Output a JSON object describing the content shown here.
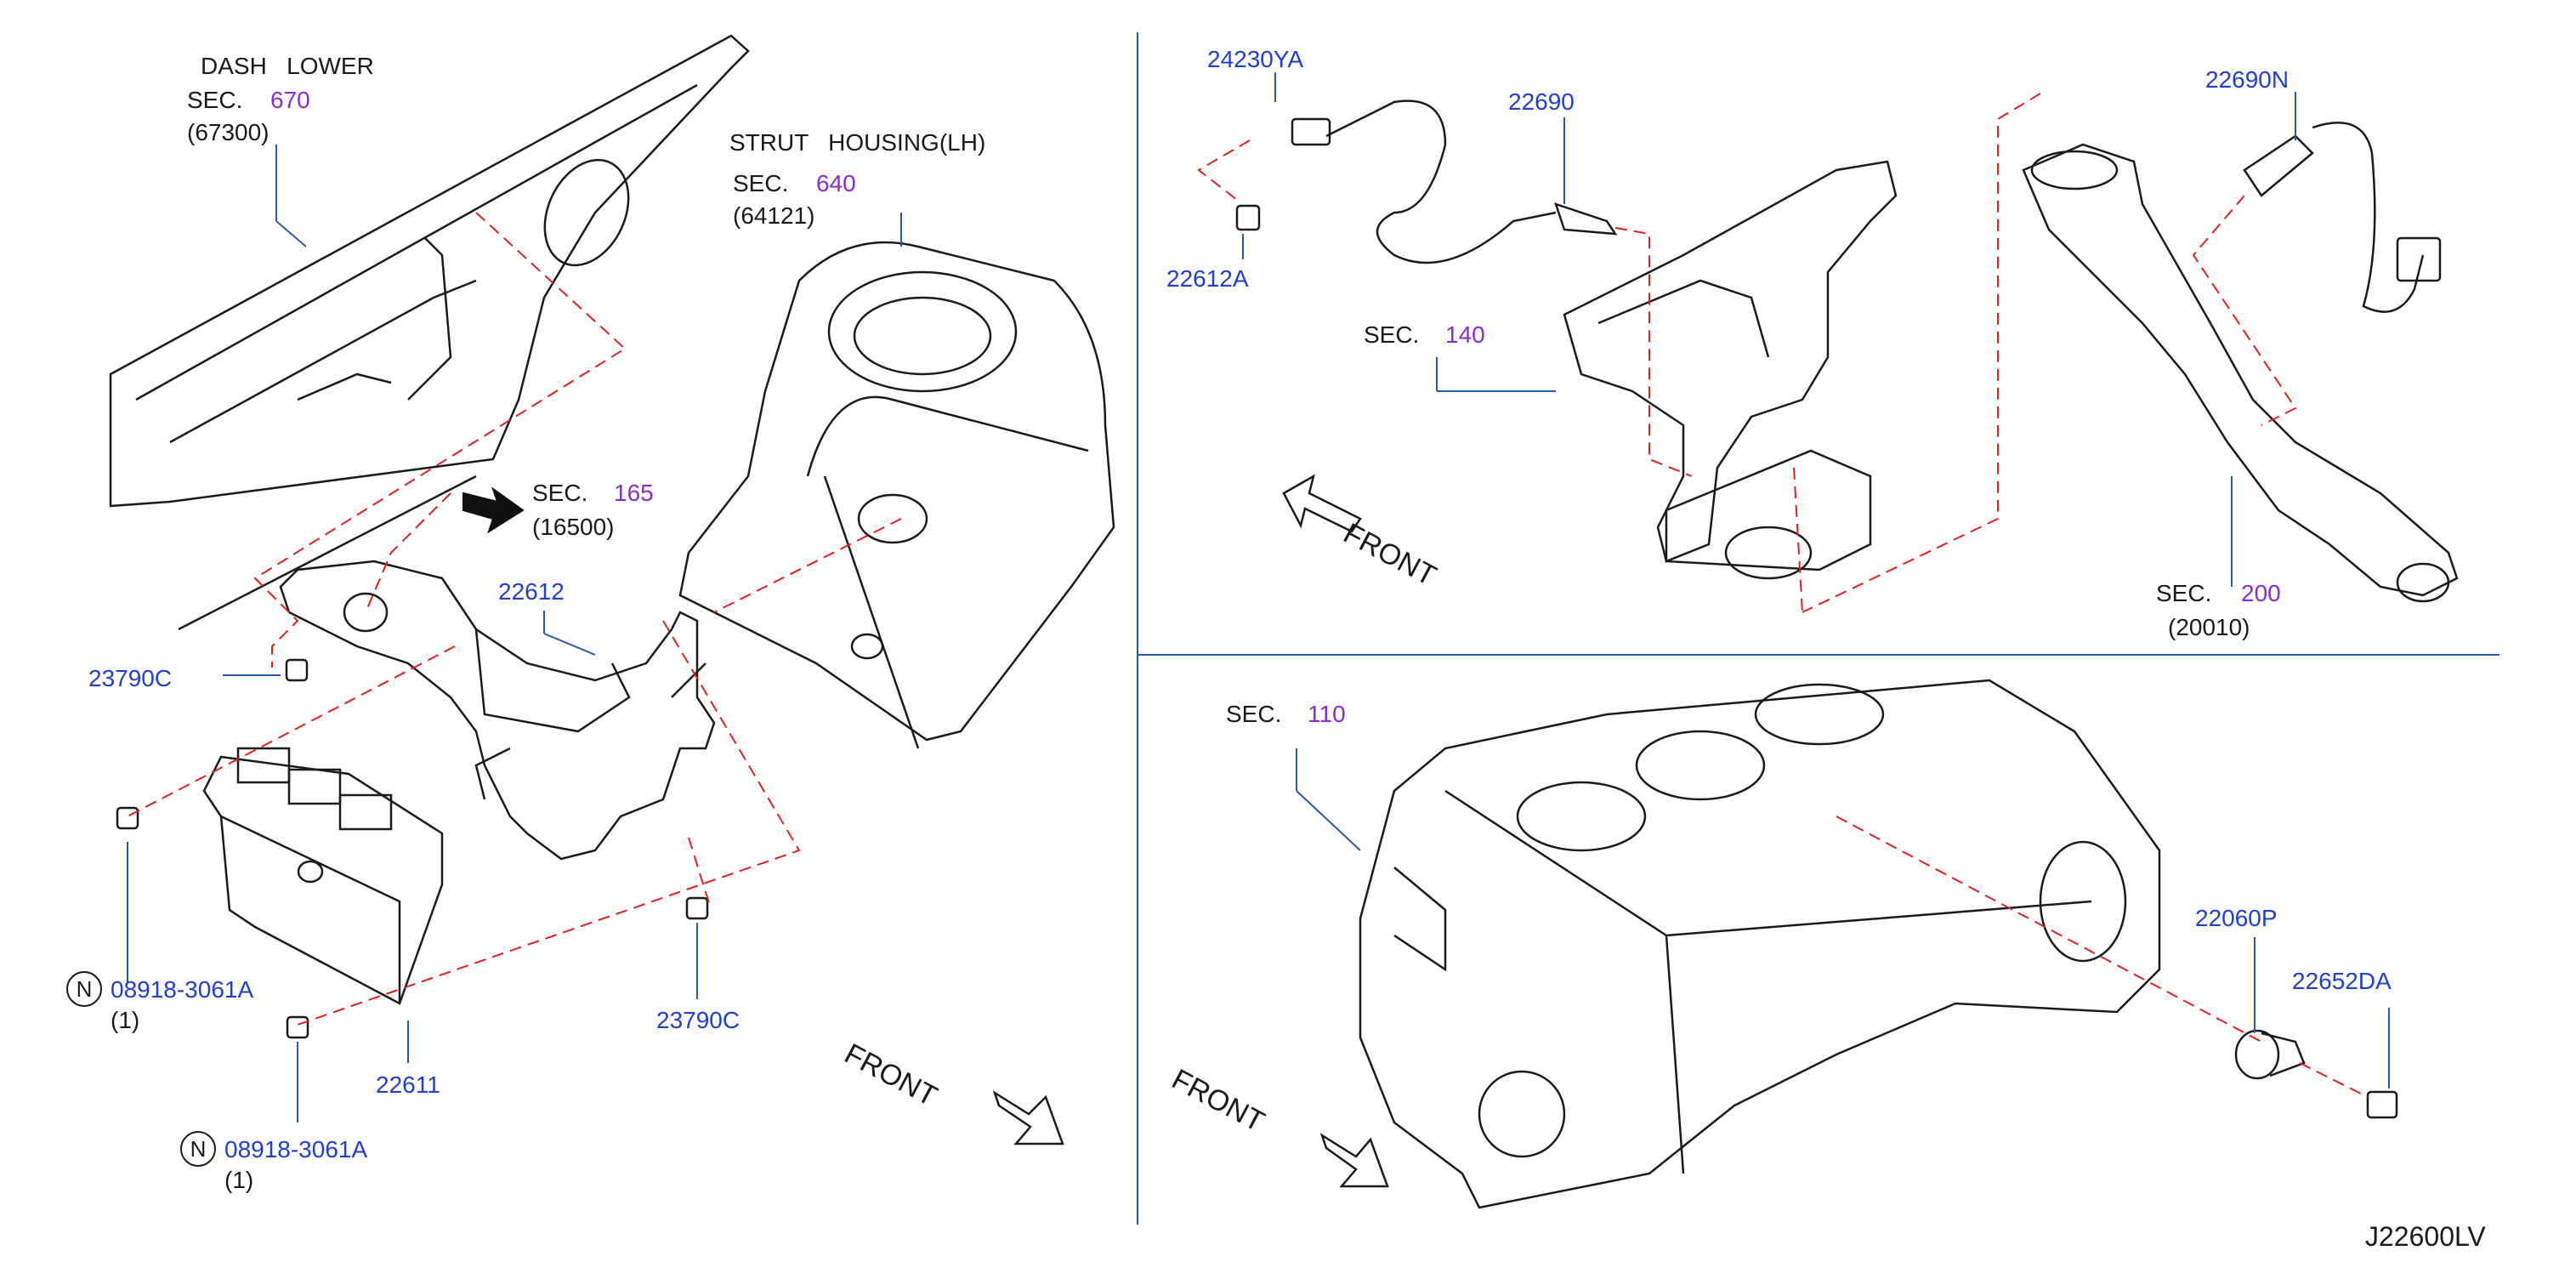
{
  "diagram_code": "J22600LV",
  "sec_label": "SEC.",
  "front_label": "FRONT",
  "dash_lower": {
    "title": "DASH   LOWER",
    "sec": "670",
    "ref": "(67300)"
  },
  "strut_housing": {
    "title": "STRUT   HOUSING(LH)",
    "sec": "640",
    "ref": "(64121)"
  },
  "sec_165": {
    "sec": "165",
    "ref": "(16500)"
  },
  "sec_140": {
    "sec": "140"
  },
  "sec_200": {
    "sec": "200",
    "ref": "(20010)"
  },
  "sec_110": {
    "sec": "110"
  },
  "parts": {
    "p22612": "22612",
    "p23790C_a": "23790C",
    "p23790C_b": "23790C",
    "p22611": "22611",
    "p08918_a": "08918-3061A",
    "p08918_a_qty": "(1)",
    "p08918_b": "08918-3061A",
    "p08918_b_qty": "(1)",
    "p24230YA": "24230YA",
    "p22612A": "22612A",
    "p22690": "22690",
    "p22690N": "22690N",
    "p22060P": "22060P",
    "p22652DA": "22652DA"
  },
  "nut_symbol": "N",
  "colors": {
    "part_number": "#1f3fd0",
    "section": "#8a2bd8",
    "leader_dash": "#e02020",
    "line": "#1a1a1a"
  }
}
